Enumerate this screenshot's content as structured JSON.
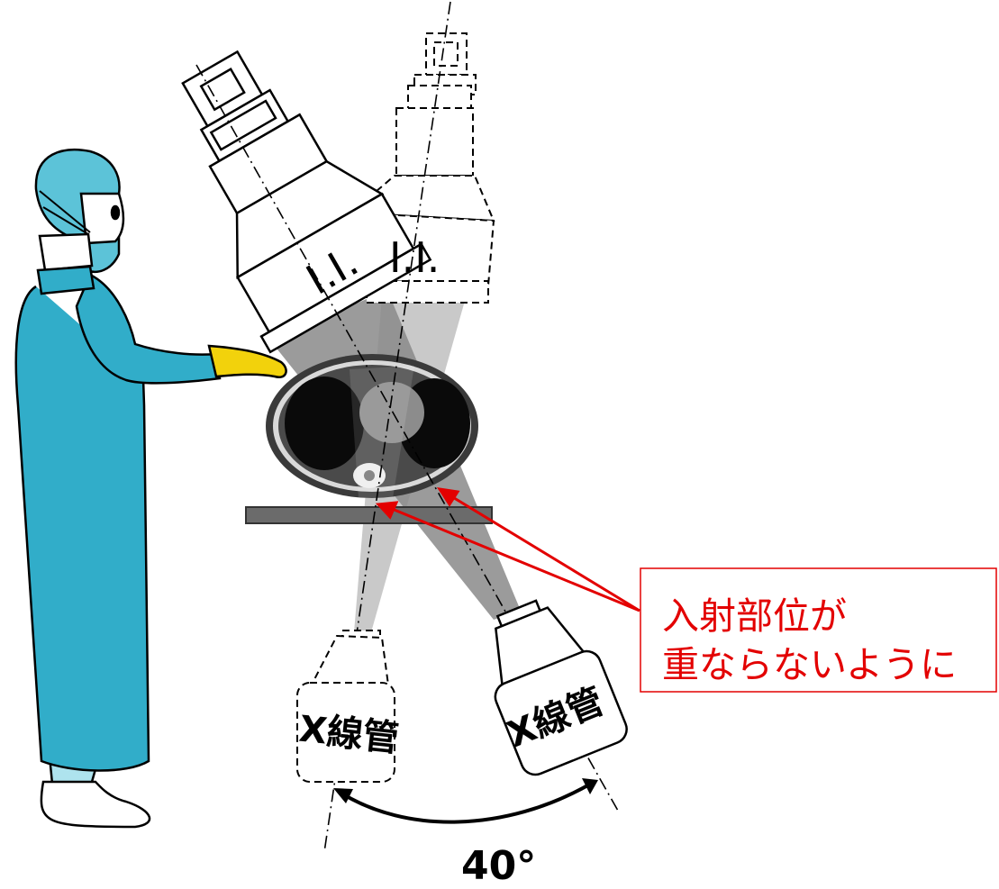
{
  "detector_left": {
    "label": "I.I."
  },
  "detector_right": {
    "label": "I.I."
  },
  "tube_left": {
    "label": "X線管"
  },
  "tube_right": {
    "label": "X線管"
  },
  "angle": {
    "label": "40°"
  },
  "callout": {
    "line1": "入射部位が",
    "line2": "重ならないように"
  },
  "colors": {
    "gown": "#31adc9",
    "cap": "#5cc3d8",
    "glove": "#f2d20c",
    "table": "#6b6b6b",
    "callout_red": "#e30000",
    "beam_left": "#bdbdbd",
    "beam_right": "#8e8e8e"
  }
}
